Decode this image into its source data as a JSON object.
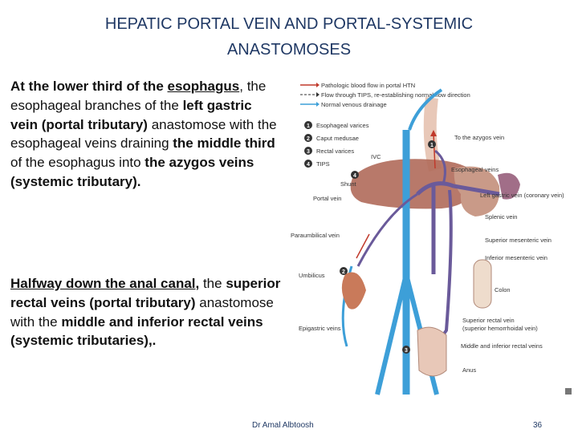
{
  "slide": {
    "title_line1": "HEPATIC PORTAL VEIN AND PORTAL-SYSTEMIC",
    "title_line2": "ANASTOMOSES",
    "p1": {
      "t1": "At the lower third of the ",
      "t2": "esophagus",
      "t3": ", the esophageal branches of the ",
      "t4": "left gastric vein (portal tributary)",
      "t5": " anastomose with the esophageal veins draining ",
      "t6": "the middle third",
      "t7": " of the esophagus into ",
      "t8": "the azygos veins (systemic tributary)."
    },
    "p2": {
      "t1": "Halfway down the anal canal,",
      "t2": " the ",
      "t3": "superior rectal veins (portal tributary)",
      "t4": " anastomose with the ",
      "t5": "middle and inferior rectal veins (systemic tributaries),."
    },
    "footer_author": "Dr Amal Albtoosh",
    "page_number": "36"
  },
  "figure": {
    "legend": [
      "Pathologic blood flow in portal HTN",
      "Flow through TIPS, re-establishing normal flow direction",
      "Normal venous drainage"
    ],
    "sites": [
      {
        "num": "1",
        "label": "Esophageal varices"
      },
      {
        "num": "2",
        "label": "Caput medusae"
      },
      {
        "num": "3",
        "label": "Rectal varices"
      },
      {
        "num": "4",
        "label": "TIPS"
      }
    ],
    "labels": {
      "azygos": "To the azygos vein",
      "ivc": "IVC",
      "esophageal_veins": "Esophageal veins",
      "shunt": "Shunt",
      "portal_vein": "Portal vein",
      "left_gastric": "Left gastric vein (coronary vein)",
      "splenic": "Splenic vein",
      "paraumbilical": "Paraumbilical vein",
      "sup_mesenteric": "Superior mesenteric vein",
      "inf_mesenteric": "Inferior mesenteric vein",
      "umbilicus": "Umbilicus",
      "colon": "Colon",
      "epigastric": "Epigastric veins",
      "sup_rectal": "Superior rectal vein",
      "sup_hemorrhoidal": "(superior hemorrhoidal vein)",
      "mid_inf_rectal": "Middle and inferior rectal veins",
      "anus": "Anus"
    },
    "colors": {
      "systemic": "#3d9fd8",
      "portal": "#6a5a9a",
      "liver": "#b06a5a",
      "pathologic": "#c0392b",
      "marker": "#333333"
    }
  }
}
